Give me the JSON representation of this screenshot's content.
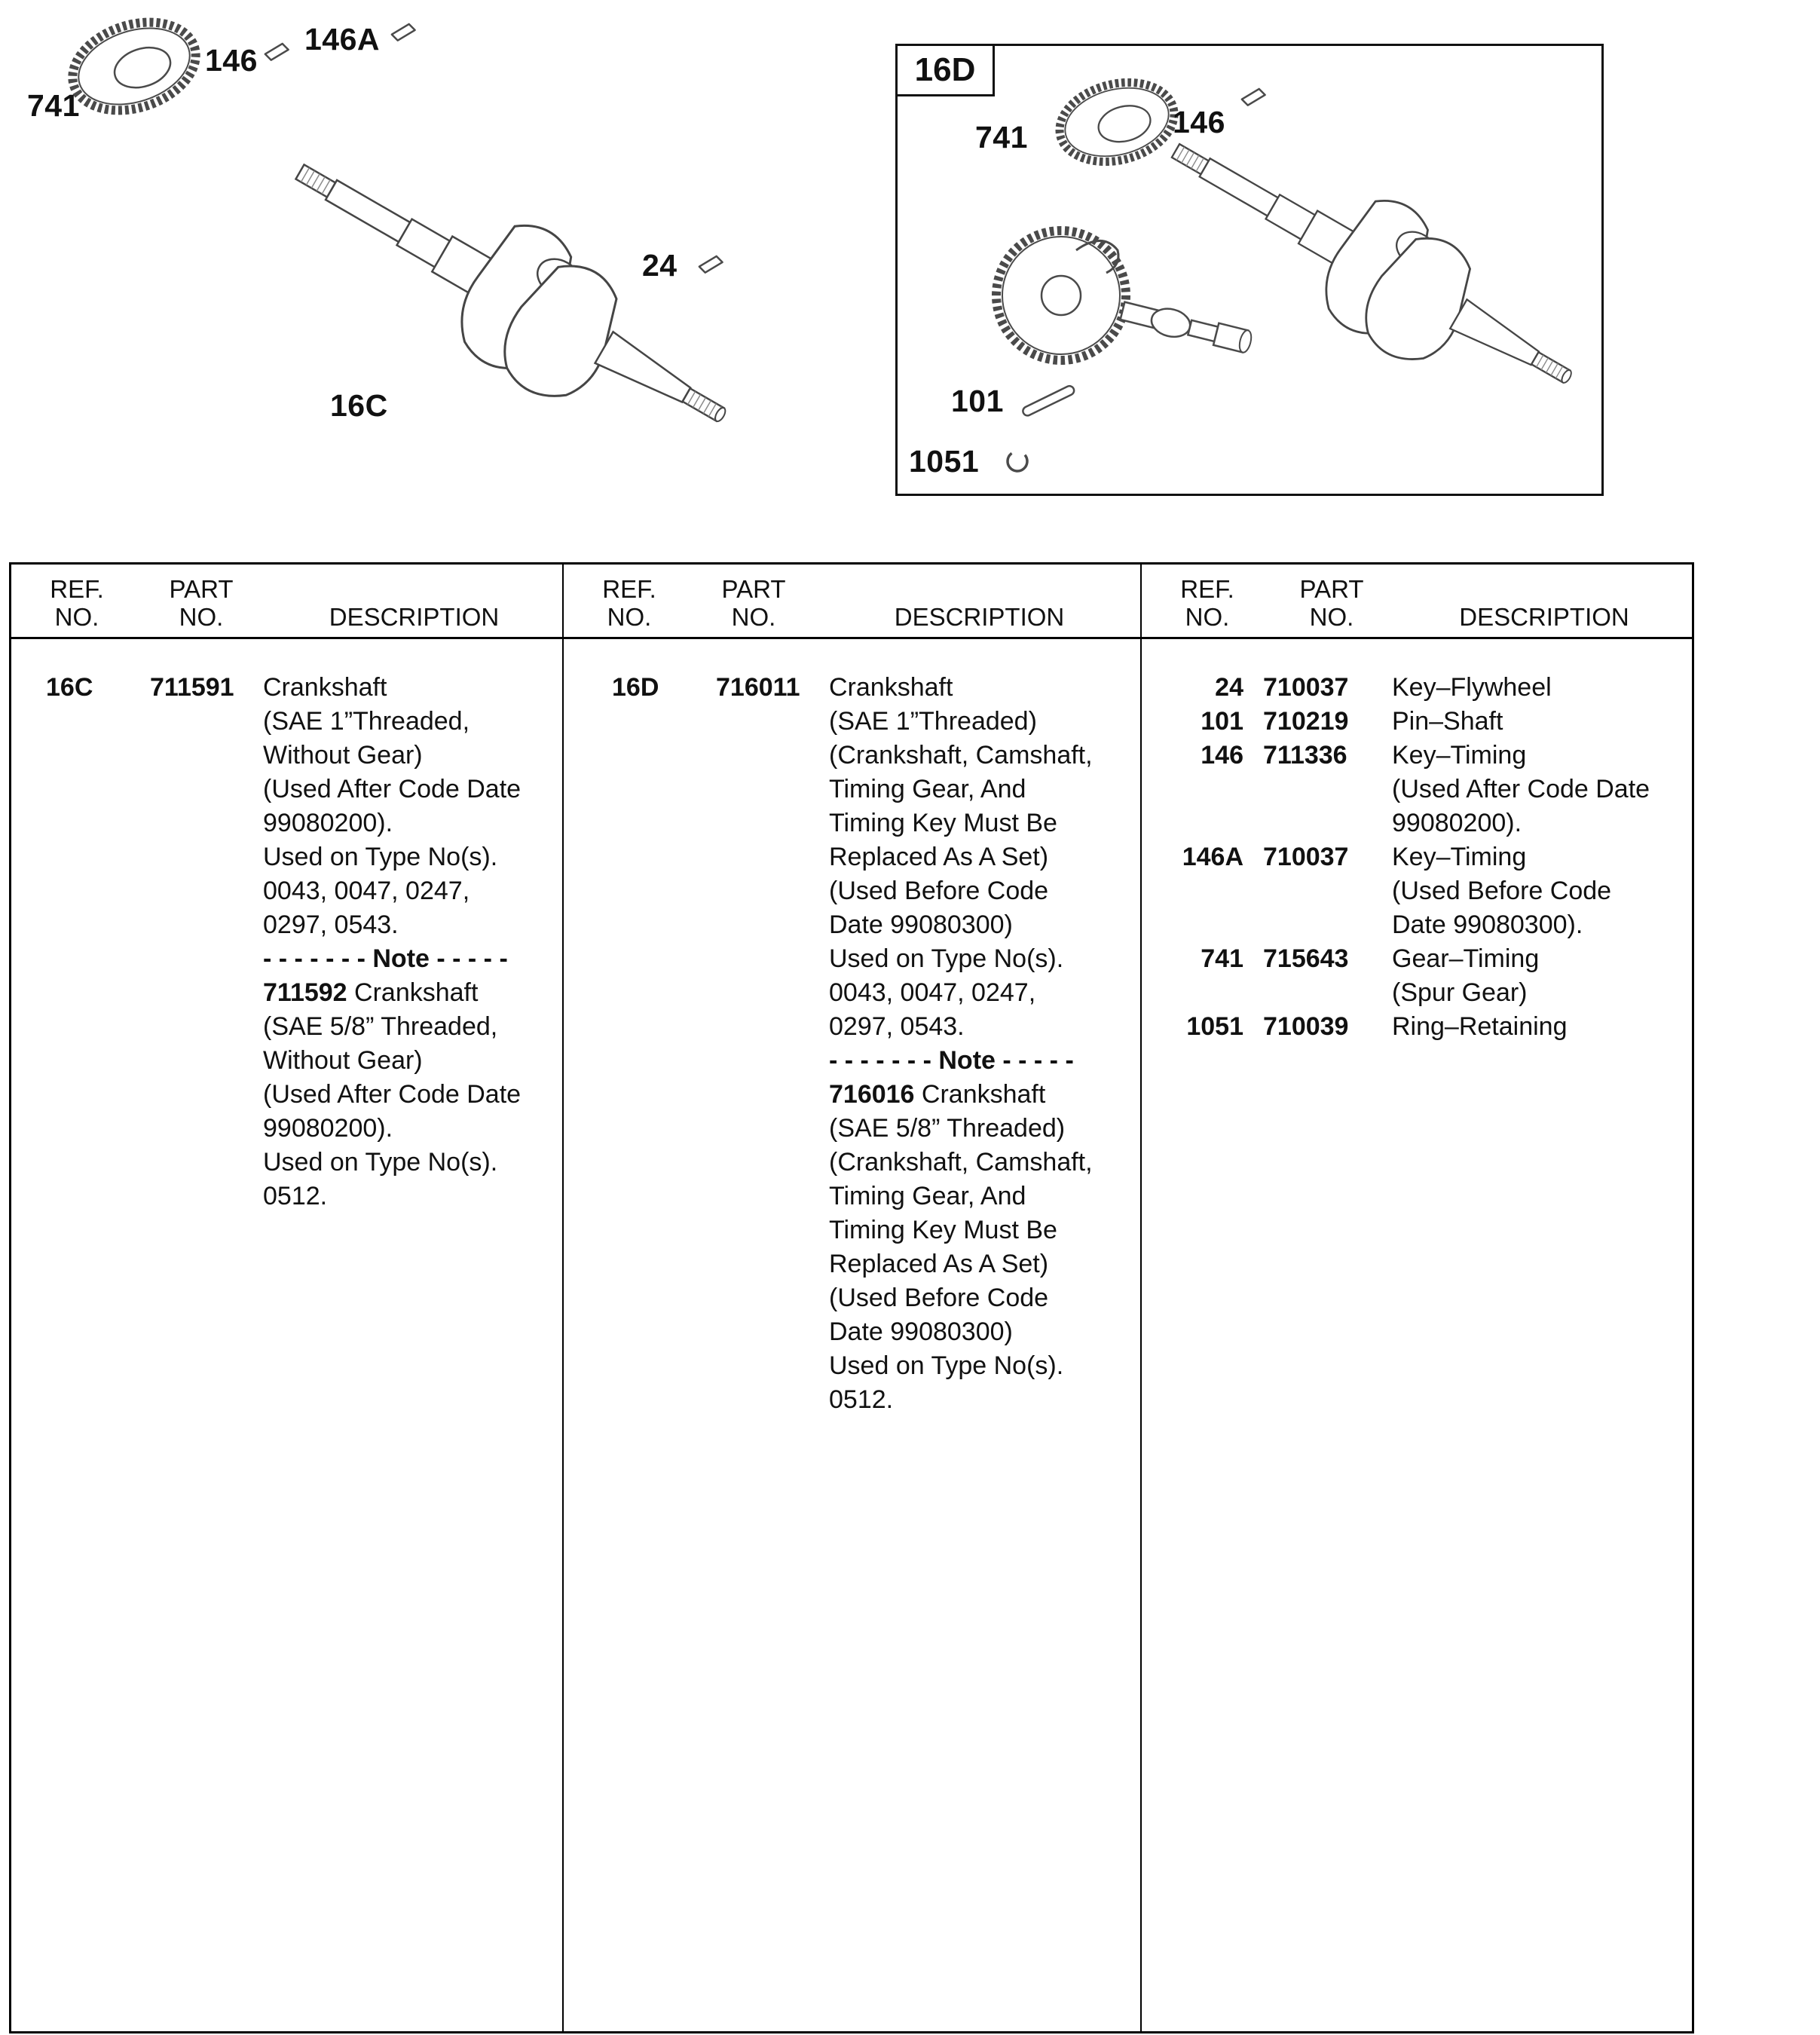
{
  "diagram": {
    "left": {
      "gear_callout": "741",
      "key_callout": "146",
      "key_a_callout": "146A",
      "flywheel_key_callout": "24",
      "crankshaft_callout": "16C"
    },
    "inset": {
      "title": "16D",
      "gear_callout": "741",
      "key_callout": "146",
      "pin_callout": "101",
      "ring_callout": "1051"
    }
  },
  "table": {
    "header": {
      "ref_line1": "REF.",
      "ref_line2": "NO.",
      "part_line1": "PART",
      "part_line2": "NO.",
      "description": "DESCRIPTION"
    },
    "columns": [
      {
        "entries": [
          {
            "ref": "16C",
            "part": "711591",
            "lines": [
              "Crankshaft",
              "(SAE 1”Threaded,",
              "Without Gear)",
              "(Used After Code Date",
              "99080200).",
              "Used on Type No(s).",
              "0043, 0047, 0247,",
              "0297, 0543.",
              {
                "segs": [
                  {
                    "t": "- - - - - - - Note - - - - -",
                    "b": true
                  }
                ]
              },
              {
                "segs": [
                  {
                    "t": "711592",
                    "b": true
                  },
                  {
                    "t": " Crankshaft",
                    "b": false
                  }
                ]
              },
              "(SAE 5/8” Threaded,",
              "Without Gear)",
              "(Used After Code Date",
              "99080200).",
              "Used on Type No(s).",
              "0512."
            ]
          }
        ]
      },
      {
        "entries": [
          {
            "ref": "16D",
            "part": "716011",
            "lines": [
              "Crankshaft",
              "(SAE 1”Threaded)",
              "(Crankshaft, Camshaft,",
              "Timing Gear, And",
              "Timing Key Must Be",
              "Replaced As A Set)",
              "(Used Before Code",
              "Date 99080300)",
              "Used on Type No(s).",
              "0043, 0047, 0247,",
              "0297, 0543.",
              {
                "segs": [
                  {
                    "t": "- - - - - - - Note - - - - -",
                    "b": true
                  }
                ]
              },
              {
                "segs": [
                  {
                    "t": "716016",
                    "b": true
                  },
                  {
                    "t": " Crankshaft",
                    "b": false
                  }
                ]
              },
              "(SAE 5/8” Threaded)",
              "(Crankshaft, Camshaft,",
              "Timing Gear, And",
              "Timing Key Must Be",
              "Replaced As A Set)",
              "(Used Before Code",
              "Date 99080300)",
              "Used on Type No(s).",
              "0512."
            ]
          }
        ]
      },
      {
        "entries": [
          {
            "ref": "24",
            "part": "710037",
            "lines": [
              "Key–Flywheel"
            ]
          },
          {
            "ref": "101",
            "part": "710219",
            "lines": [
              "Pin–Shaft"
            ]
          },
          {
            "ref": "146",
            "part": "711336",
            "lines": [
              "Key–Timing",
              "(Used After Code Date",
              "99080200)."
            ]
          },
          {
            "ref": "146A",
            "part": "710037",
            "lines": [
              " Key–Timing",
              "(Used Before Code",
              "Date 99080300)."
            ]
          },
          {
            "ref": "741",
            "part": "715643",
            "lines": [
              "Gear–Timing",
              "(Spur Gear)"
            ]
          },
          {
            "ref": "1051",
            "part": "710039",
            "lines": [
              "Ring–Retaining"
            ]
          }
        ]
      }
    ]
  }
}
